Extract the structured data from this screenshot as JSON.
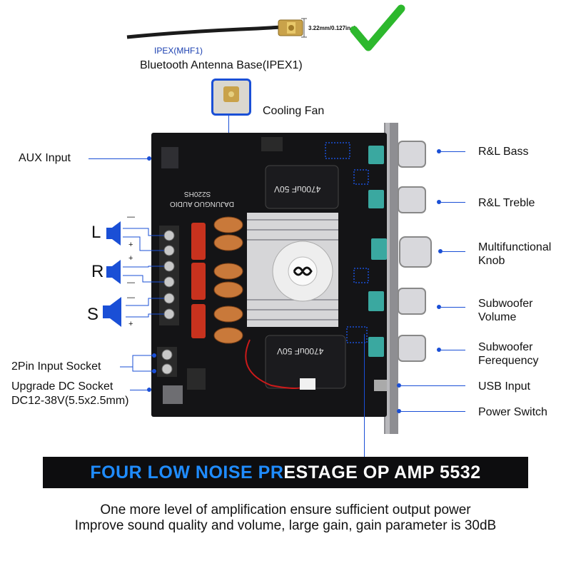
{
  "antenna": {
    "type_label": "IPEX(MHF1)",
    "dimension": "3.22mm/0.127inch",
    "title": "Bluetooth Antenna Base(IPEX1)"
  },
  "cooling_fan": "Cooling Fan",
  "left_labels": {
    "aux_input": "AUX Input",
    "input_socket": "2Pin Input Socket",
    "dc_socket_line1": "Upgrade DC Socket",
    "dc_socket_line2": "DC12-38V(5.5x2.5mm)"
  },
  "channels": [
    {
      "letter": "L"
    },
    {
      "letter": "R"
    },
    {
      "letter": "S"
    }
  ],
  "polarity": {
    "minus": "—",
    "plus": "+"
  },
  "right_labels": {
    "bass": "R&L Bass",
    "treble": "R&L Treble",
    "multi_1": "Multifunctional",
    "multi_2": "Knob",
    "sub_vol_1": "Subwoofer",
    "sub_vol_2": "Volume",
    "sub_freq_1": "Subwoofer",
    "sub_freq_2": "Ferequency",
    "usb": "USB Input",
    "power": "Power Switch"
  },
  "board_text": {
    "brand": "DAJUNGUO AUDIO",
    "model": "S220HS",
    "cap_top": "4700uF 50V",
    "cap_bottom": "4700uF 50V"
  },
  "banner": {
    "part1": "FOUR LOW NOISE PR",
    "part2": "ESTAGE OP AMP 5532"
  },
  "taglines": {
    "line1": "One more level of amplification ensure sufficient output power",
    "line2": "Improve sound quality and volume, large gain, gain parameter is 30dB"
  },
  "colors": {
    "accent_blue": "#1a4fd6",
    "banner_blue": "#1f8cff",
    "check_green": "#2db82d",
    "board_black": "#141416",
    "cap_red": "#c8321e",
    "knob_teal": "#3aa8a0"
  }
}
